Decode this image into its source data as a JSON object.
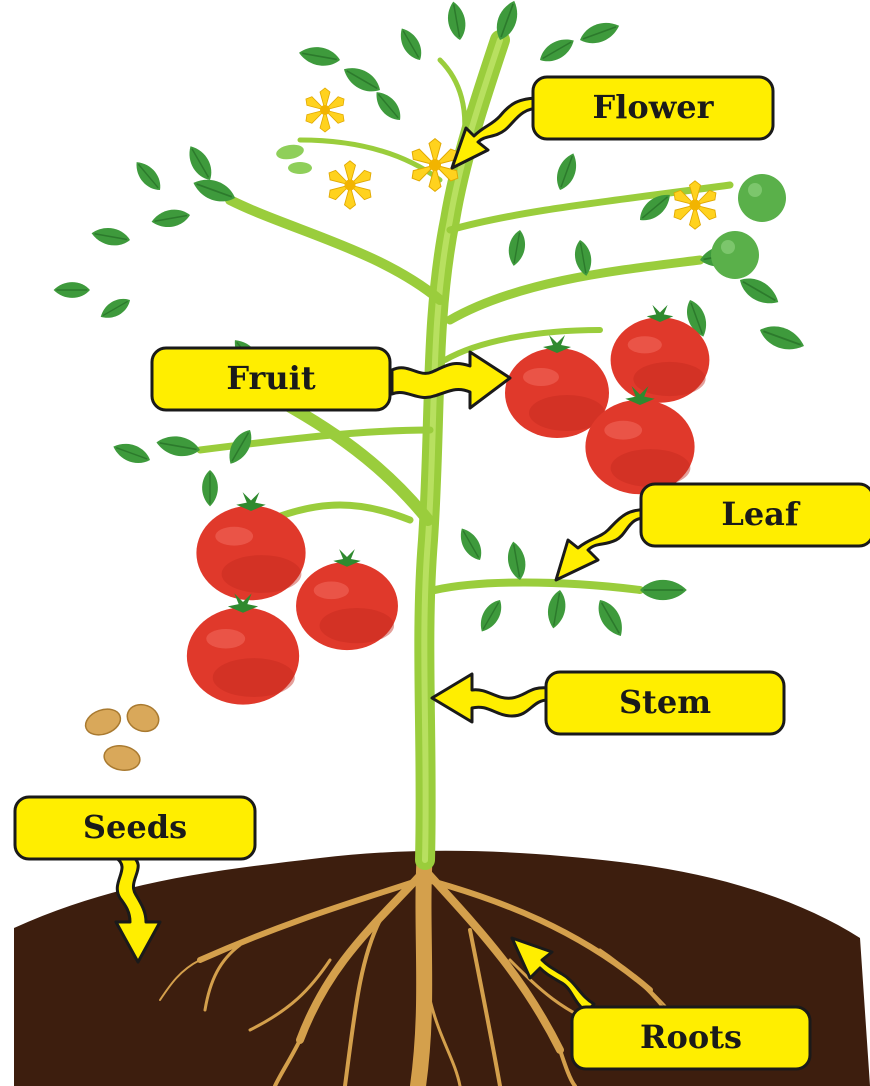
{
  "labels": {
    "flower": "Flower",
    "fruit": "Fruit",
    "leaf": "Leaf",
    "stem": "Stem",
    "seeds": "Seeds",
    "roots": "Roots"
  },
  "colors": {
    "label_fill": "#ffee00",
    "label_stroke": "#1a1a1a",
    "soil": "#3d1e0e",
    "stem": "#9acd3c",
    "stem_dark": "#7fb52a",
    "leaf": "#3e9a3c",
    "leaf_light": "#5bb84c",
    "tomato_red": "#e0392b",
    "tomato_green": "#5ab04a",
    "flower": "#ffd21e",
    "root": "#d4a04c",
    "seed": "#d9a85a"
  }
}
